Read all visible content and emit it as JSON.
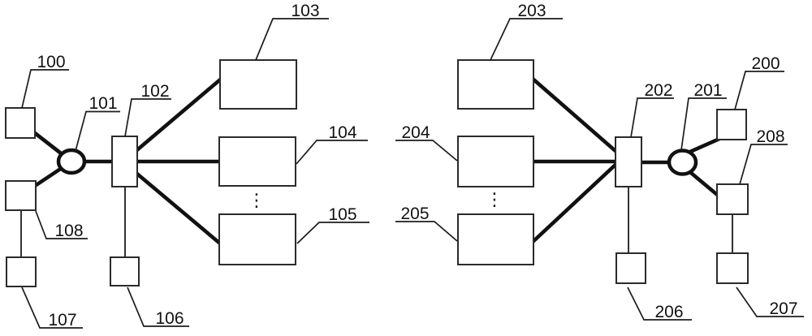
{
  "figure": {
    "background_color": "#ffffff",
    "stroke_color": "#111111",
    "left_diagram": {
      "labels": {
        "n100": "100",
        "n101": "101",
        "n102": "102",
        "n103": "103",
        "n104": "104",
        "n105": "105",
        "n106": "106",
        "n107": "107",
        "n108": "108"
      },
      "ellipsis": "⋮",
      "connections": [
        "100-101",
        "108-101",
        "101-102",
        "102-103",
        "102-104",
        "102-105",
        "102-106",
        "108-107"
      ]
    },
    "right_diagram": {
      "labels": {
        "n200": "200",
        "n201": "201",
        "n202": "202",
        "n203": "203",
        "n204": "204",
        "n205": "205",
        "n206": "206",
        "n207": "207",
        "n208": "208"
      },
      "ellipsis": "⋮",
      "connections": [
        "203-202",
        "204-202",
        "205-202",
        "202-201",
        "201-200",
        "201-208",
        "202-206",
        "208-207"
      ]
    }
  }
}
